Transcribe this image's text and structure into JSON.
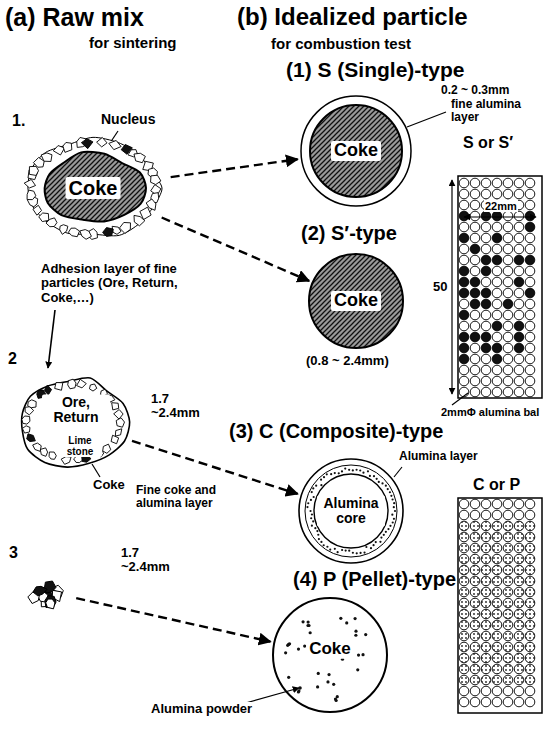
{
  "diagram": {
    "nodes": [
      {
        "text": [
          "1.",
          "Coke"
        ]
      },
      {
        "text": [
          "2",
          "Ore, Return",
          "Lime stone"
        ]
      },
      {
        "text": [
          "3"
        ]
      },
      {
        "text": [
          "Coke"
        ]
      },
      {
        "text": [
          "Coke"
        ]
      },
      {
        "text": [
          "Alumina core"
        ]
      },
      {
        "text": [
          "Coke"
        ]
      }
    ],
    "edges": [
      {
        "from": 0,
        "to": 3,
        "arrow": "to"
      },
      {
        "from": 0,
        "to": 4,
        "arrow": "to"
      },
      {
        "from": 1,
        "to": 5,
        "arrow": "to"
      },
      {
        "from": 2,
        "to": 6,
        "arrow": "to"
      }
    ],
    "labels": [
      "(a) Raw mix",
      "for sintering",
      "(b) Idealized particle",
      "for combustion test",
      "(1) S (Single)-type",
      "0.2 ~ 0.3mm",
      "fine alumina layer",
      "S or S′",
      "Nucleus",
      "(2) S′-type",
      "(0.8 ~ 2.4mm)",
      "22mm",
      "50",
      "2mmΦ alumina bal",
      "Adhesion layer of fine particles (Ore, Return, Coke,…)",
      "(3) C (Composite)-type",
      "1.7 ~2.4mm",
      "Fine coke and alumina layer",
      "Alumina layer",
      "C or P",
      "Coke",
      "(4) P (Pellet)-type",
      "1.7 ~2.4mm",
      "Alumina powder"
    ]
  }
}
